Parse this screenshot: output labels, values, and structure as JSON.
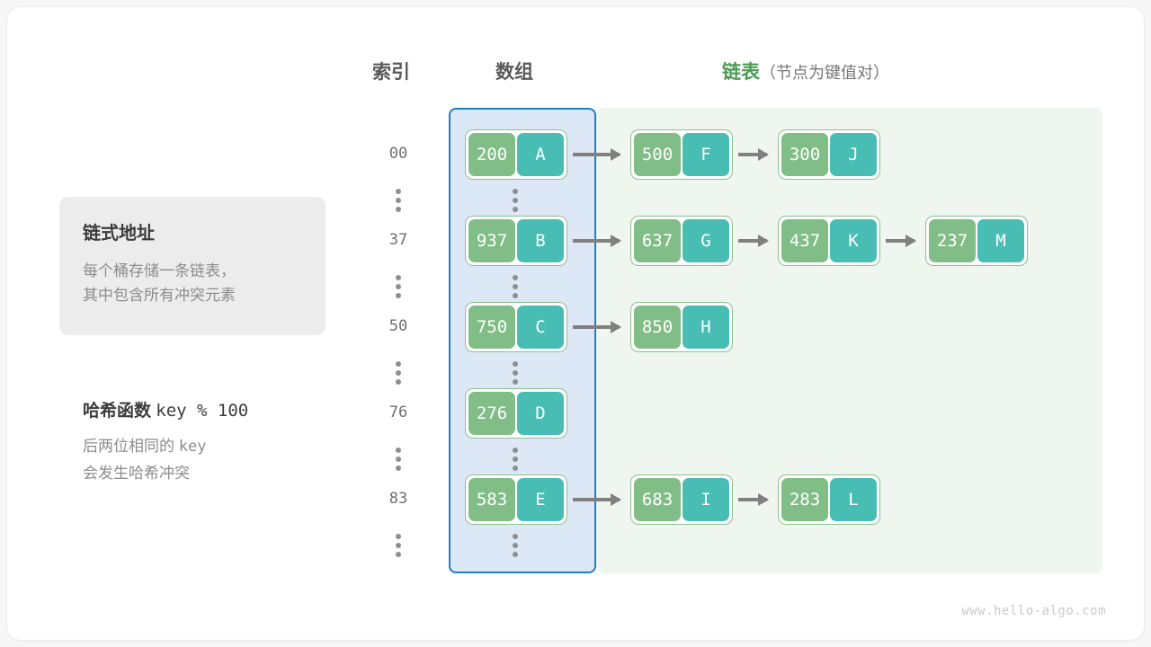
{
  "headers": {
    "index": "索引",
    "array": "数组",
    "list_main": "链表",
    "list_sub": "（节点为键值对）"
  },
  "info_card": {
    "title": "链式地址",
    "line1": "每个桶存储一条链表，",
    "line2": "其中包含所有冲突元素"
  },
  "note": {
    "title_label": "哈希函数",
    "title_code": "key % 100",
    "line1_a": "后两位相同的",
    "line1_code": "key",
    "line2": "会发生哈希冲突"
  },
  "colors": {
    "key_cell": "#81bd86",
    "value_cell": "#48bdb4",
    "array_region_bg": "#dce8f5",
    "array_region_border": "#1f7fc4",
    "list_region_bg": "#eef6ef",
    "accent_green": "#4b9b54",
    "arrow": "#808080"
  },
  "rows": [
    {
      "index": "00",
      "bucket": {
        "key": "200",
        "value": "A"
      },
      "chain": [
        {
          "key": "500",
          "value": "F"
        },
        {
          "key": "300",
          "value": "J"
        }
      ]
    },
    {
      "index": "37",
      "bucket": {
        "key": "937",
        "value": "B"
      },
      "chain": [
        {
          "key": "637",
          "value": "G"
        },
        {
          "key": "437",
          "value": "K"
        },
        {
          "key": "237",
          "value": "M"
        }
      ]
    },
    {
      "index": "50",
      "bucket": {
        "key": "750",
        "value": "C"
      },
      "chain": [
        {
          "key": "850",
          "value": "H"
        }
      ]
    },
    {
      "index": "76",
      "bucket": {
        "key": "276",
        "value": "D"
      },
      "chain": []
    },
    {
      "index": "83",
      "bucket": {
        "key": "583",
        "value": "E"
      },
      "chain": [
        {
          "key": "683",
          "value": "I"
        },
        {
          "key": "283",
          "value": "L"
        }
      ]
    }
  ],
  "ellipsis_icon": "vertical-ellipsis",
  "watermark": "www.hello-algo.com"
}
